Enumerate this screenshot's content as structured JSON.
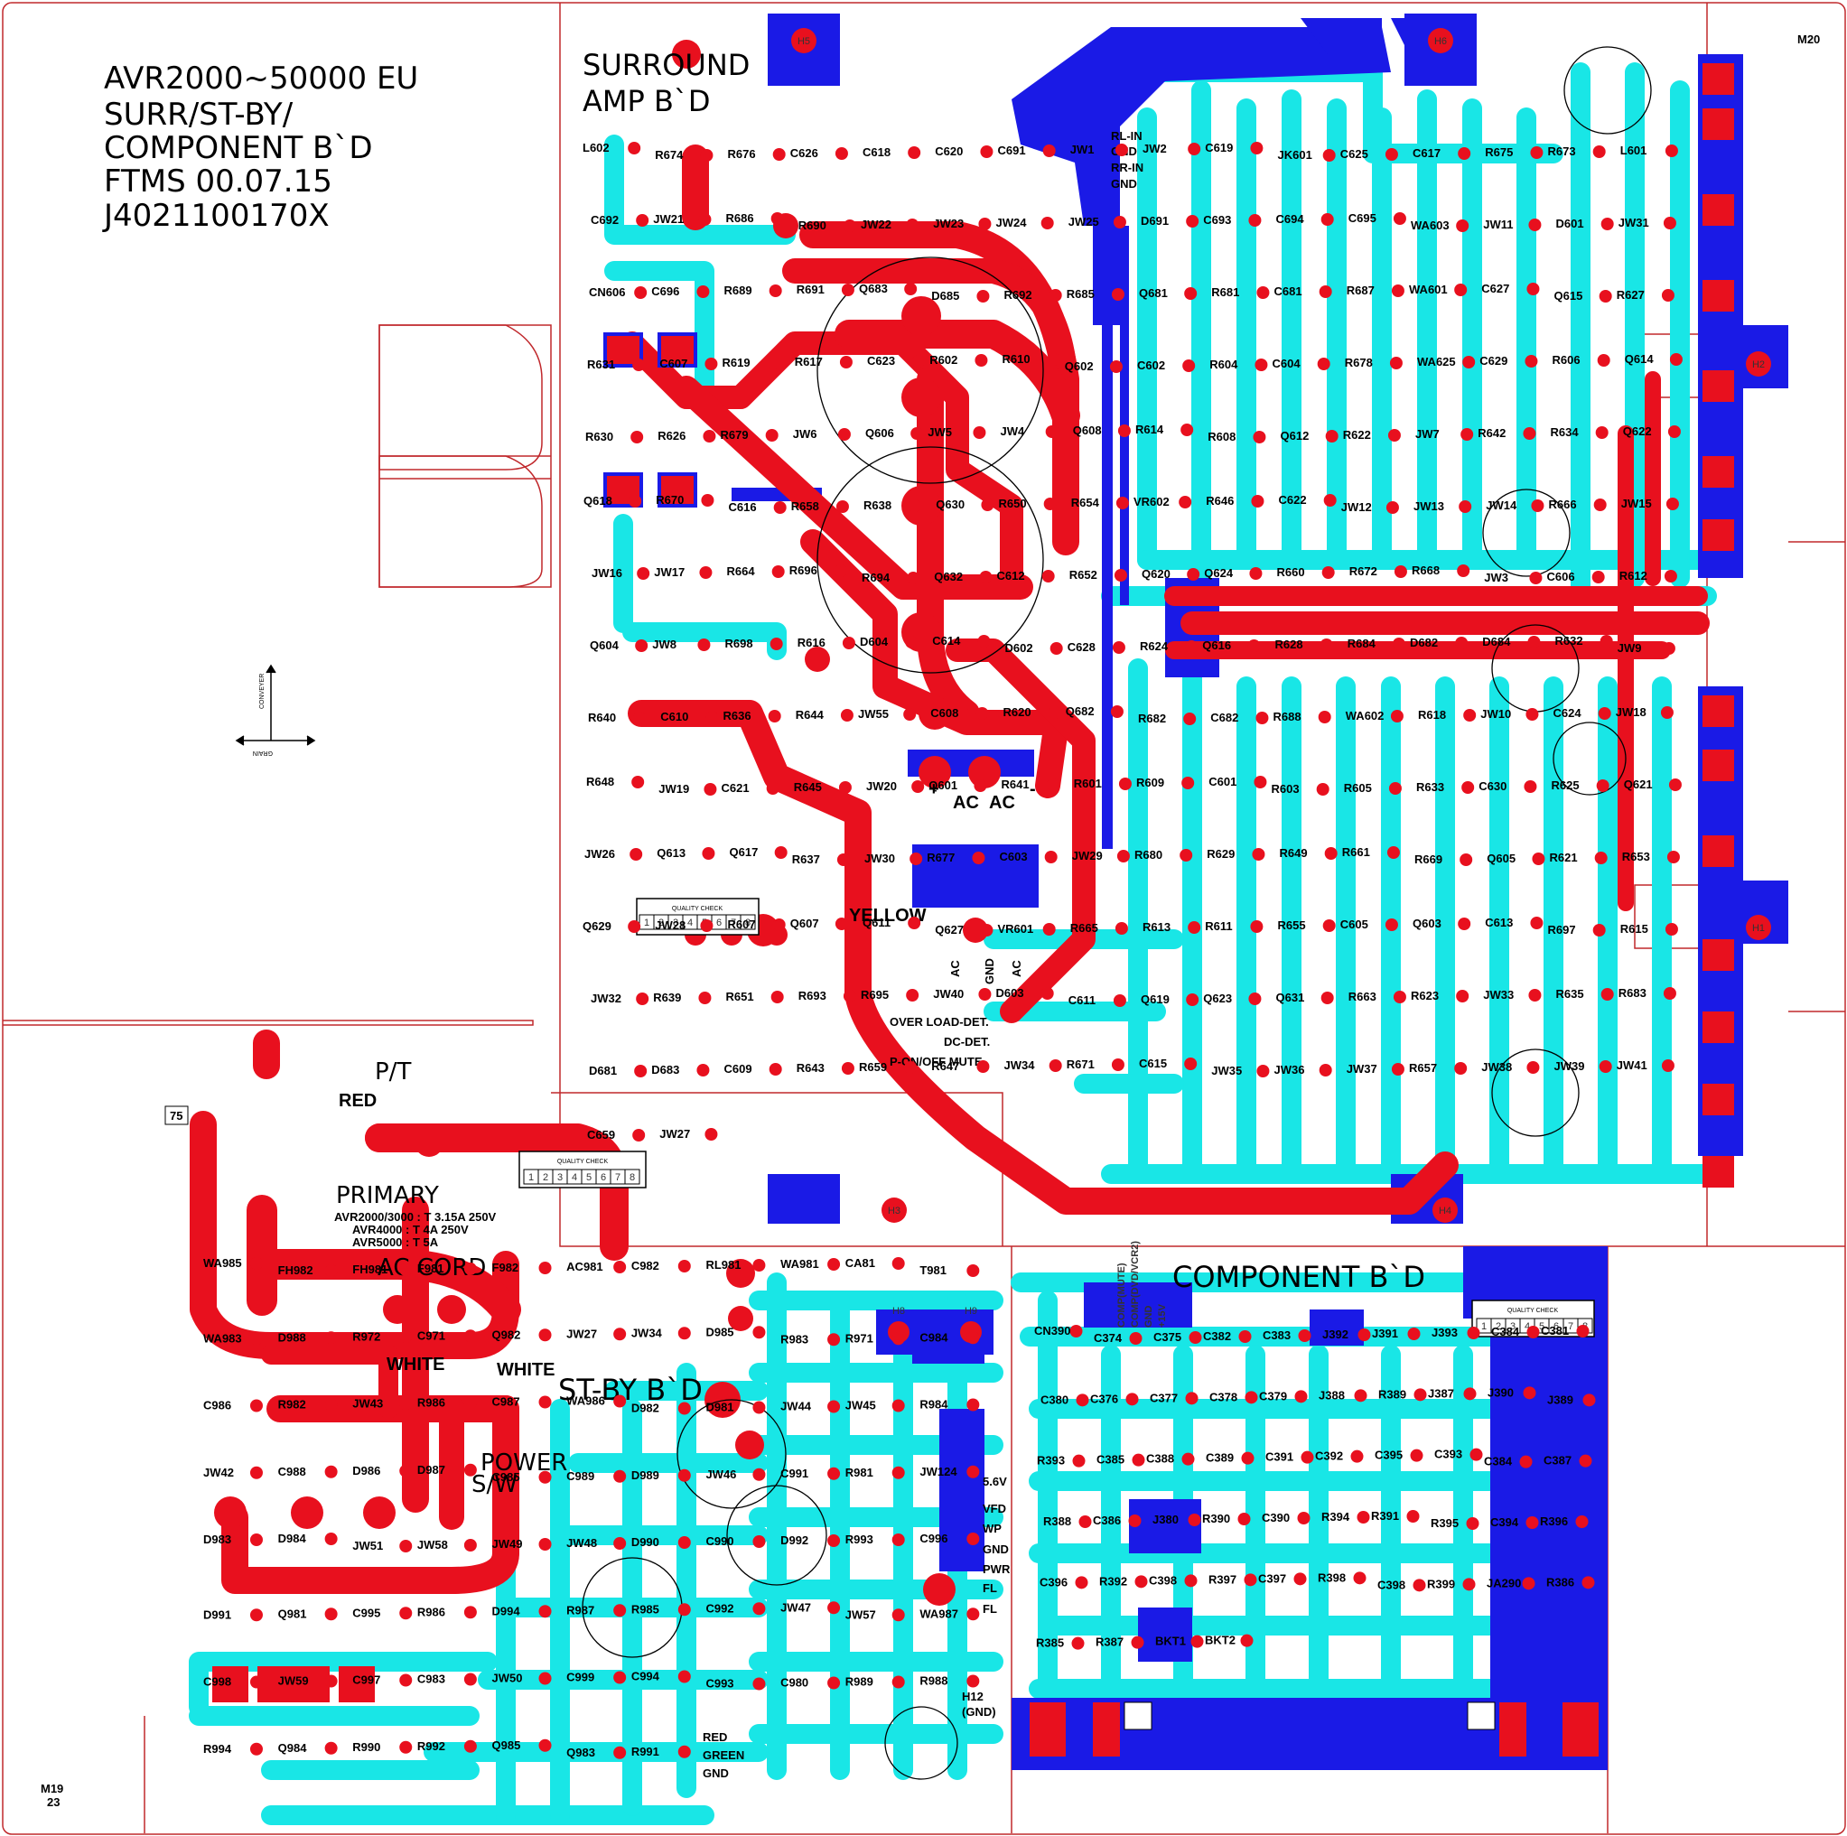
{
  "board": {
    "title_lines": [
      "AVR2000~50000 EU",
      "SURR/ST-BY/",
      "COMPONENT B`D",
      "FTMS 00.07.15",
      "J4021100170X"
    ],
    "corner_mark_top_right": "M20",
    "corner_mark_bottom_left": "M19",
    "corner_mark_bottom_left_small": "23",
    "corner_mark_mid_left": "75",
    "direction_arrow": {
      "vertical": "CONVEYER",
      "horizontal": "GRAIN"
    }
  },
  "sections": {
    "surround": "SURROUND\nAMP B`D",
    "component": "COMPONENT B`D",
    "standby": "ST-BY B`D"
  },
  "quality_check": {
    "label": "QUALITY CHECK",
    "boxes": [
      "1",
      "2",
      "3",
      "4",
      "5",
      "6",
      "7",
      "8"
    ]
  },
  "mount_holes": [
    {
      "label": "H5"
    },
    {
      "label": "H6"
    },
    {
      "label": "H3"
    },
    {
      "label": "H4"
    },
    {
      "label": "H2"
    },
    {
      "label": "H1"
    },
    {
      "label": "H8"
    },
    {
      "label": "H9"
    }
  ],
  "connector_labels": {
    "wa625": [
      "RL-IN",
      "GND",
      "RR-IN",
      "GND"
    ],
    "cn606": [
      "OVER LOAD-DET.",
      "DC-DET.",
      "P-ON/OFF MUTE"
    ],
    "wa603": [
      "AC",
      "GND",
      "AC"
    ],
    "d691": [
      "+",
      "AC",
      "AC",
      "-"
    ],
    "wa986": [
      "5.6V",
      "VFD",
      "WP",
      "GND",
      "PWR",
      "FL",
      "FL"
    ],
    "wa987": [
      "RED",
      "GREEN",
      "GND"
    ],
    "cn390": [
      "COMP(MUTE)",
      "COMP(DVD/VCR2)",
      "GND",
      "+15V"
    ]
  },
  "power_labels": {
    "primary": "PRIMARY",
    "pt": "P/T",
    "red": "RED",
    "white1": "WHITE",
    "white2": "WHITE",
    "yellow": "YELLOW",
    "ac_cord": "AC CORD",
    "power": "POWER",
    "sw": "S/W",
    "fuse_note_1": "AVR2000/3000 : T 3.15A 250V",
    "fuse_note_2": "AVR4000 : T 4A 250V",
    "fuse_note_3": "AVR5000 : T 5A",
    "h12": "H12",
    "gnd": "(GND)"
  },
  "designators": {
    "surround": [
      "L602",
      "R674",
      "R676",
      "C626",
      "C618",
      "C620",
      "C691",
      "JW1",
      "JW2",
      "C619",
      "JK601",
      "C625",
      "C617",
      "R675",
      "R673",
      "L601",
      "C692",
      "JW21",
      "R686",
      "R690",
      "JW22",
      "JW23",
      "JW24",
      "JW25",
      "D691",
      "C693",
      "C694",
      "C695",
      "WA603",
      "JW11",
      "D601",
      "JW31",
      "CN606",
      "C696",
      "R689",
      "R691",
      "Q683",
      "D685",
      "R692",
      "R685",
      "Q681",
      "R681",
      "C681",
      "R687",
      "WA601",
      "C627",
      "Q615",
      "R627",
      "R631",
      "C607",
      "R619",
      "R617",
      "C623",
      "R602",
      "R610",
      "Q602",
      "C602",
      "R604",
      "C604",
      "R678",
      "WA625",
      "C629",
      "R606",
      "Q614",
      "R630",
      "R626",
      "R679",
      "JW6",
      "Q606",
      "JW5",
      "JW4",
      "Q608",
      "R614",
      "R608",
      "Q612",
      "R622",
      "JW7",
      "R642",
      "R634",
      "Q622",
      "Q618",
      "R670",
      "C616",
      "R658",
      "R638",
      "Q630",
      "R650",
      "R654",
      "VR602",
      "R646",
      "C622",
      "JW12",
      "JW13",
      "JW14",
      "R666",
      "JW15",
      "JW16",
      "JW17",
      "R664",
      "R696",
      "R694",
      "Q632",
      "C612",
      "R652",
      "Q620",
      "Q624",
      "R660",
      "R672",
      "R668",
      "JW3",
      "C606",
      "R612",
      "Q604",
      "JW8",
      "R698",
      "R616",
      "D604",
      "C614",
      "D602",
      "C628",
      "R624",
      "Q616",
      "R628",
      "R684",
      "D682",
      "D684",
      "R632",
      "JW9",
      "R640",
      "C610",
      "R636",
      "R644",
      "JW55",
      "C608",
      "R620",
      "Q682",
      "R682",
      "C682",
      "R688",
      "WA602",
      "R618",
      "JW10",
      "C624",
      "JW18",
      "R648",
      "JW19",
      "C621",
      "R645",
      "JW20",
      "Q601",
      "R641",
      "R601",
      "R609",
      "C601",
      "R603",
      "R605",
      "R633",
      "C630",
      "R625",
      "Q621",
      "JW26",
      "Q613",
      "Q617",
      "R637",
      "JW30",
      "R677",
      "C603",
      "JW29",
      "R680",
      "R629",
      "R649",
      "R661",
      "R669",
      "Q605",
      "R621",
      "R653",
      "Q629",
      "JW28",
      "R607",
      "Q607",
      "Q611",
      "Q627",
      "VR601",
      "R665",
      "R613",
      "R611",
      "R655",
      "C605",
      "Q603",
      "C613",
      "R697",
      "R615",
      "JW32",
      "R639",
      "R651",
      "R693",
      "R695",
      "JW40",
      "D603",
      "C611",
      "Q619",
      "Q623",
      "Q631",
      "R663",
      "R623",
      "JW33",
      "R635",
      "R683",
      "D681",
      "D683",
      "C609",
      "R643",
      "R659",
      "R647",
      "JW34",
      "R671",
      "C615",
      "JW35",
      "JW36",
      "JW37",
      "R657",
      "JW38",
      "JW39",
      "JW41",
      "C659",
      "JW27"
    ],
    "standby": [
      "WA985",
      "FH982",
      "FH981",
      "F981",
      "F982",
      "AC981",
      "C982",
      "RL981",
      "WA981",
      "CA81",
      "T981",
      "WA983",
      "D988",
      "R972",
      "C971",
      "Q982",
      "JW27",
      "JW34",
      "D985",
      "R983",
      "R971",
      "C984",
      "C986",
      "R982",
      "JW43",
      "R986",
      "C987",
      "WA986",
      "D982",
      "D981",
      "JW44",
      "JW45",
      "R984",
      "JW42",
      "C988",
      "D986",
      "D987",
      "C985",
      "C989",
      "D989",
      "JW46",
      "C991",
      "R981",
      "JW124",
      "D983",
      "D984",
      "JW51",
      "JW58",
      "JW49",
      "JW48",
      "D990",
      "C990",
      "D992",
      "R993",
      "C996",
      "D991",
      "Q981",
      "C995",
      "R986",
      "D994",
      "R987",
      "R985",
      "C992",
      "JW47",
      "JW57",
      "WA987",
      "C998",
      "JW59",
      "C997",
      "C983",
      "JW50",
      "C999",
      "C994",
      "C993",
      "C980",
      "R989",
      "R988",
      "R994",
      "Q984",
      "R990",
      "R992",
      "Q985",
      "Q983",
      "R991"
    ],
    "component": [
      "CN390",
      "C374",
      "C375",
      "C382",
      "C383",
      "J392",
      "J391",
      "J393",
      "C384",
      "C381",
      "C380",
      "C376",
      "C377",
      "C378",
      "C379",
      "J388",
      "R389",
      "J387",
      "J390",
      "J389",
      "R393",
      "C385",
      "C388",
      "C389",
      "C391",
      "C392",
      "C395",
      "C393",
      "C384",
      "C387",
      "R388",
      "C386",
      "J380",
      "R390",
      "C390",
      "R394",
      "R391",
      "R395",
      "C394",
      "R396",
      "C396",
      "R392",
      "C398",
      "R397",
      "C397",
      "R398",
      "C398",
      "R399",
      "JA290",
      "R386",
      "R385",
      "R387",
      "BKT1",
      "BKT2"
    ]
  },
  "colors": {
    "top_copper": "#e8101e",
    "bottom_copper": "#1a1ae6",
    "solder_mask": "#19e6e6",
    "silkscreen": "#000000",
    "outline": "#c0282c",
    "board": "#ffffff"
  }
}
